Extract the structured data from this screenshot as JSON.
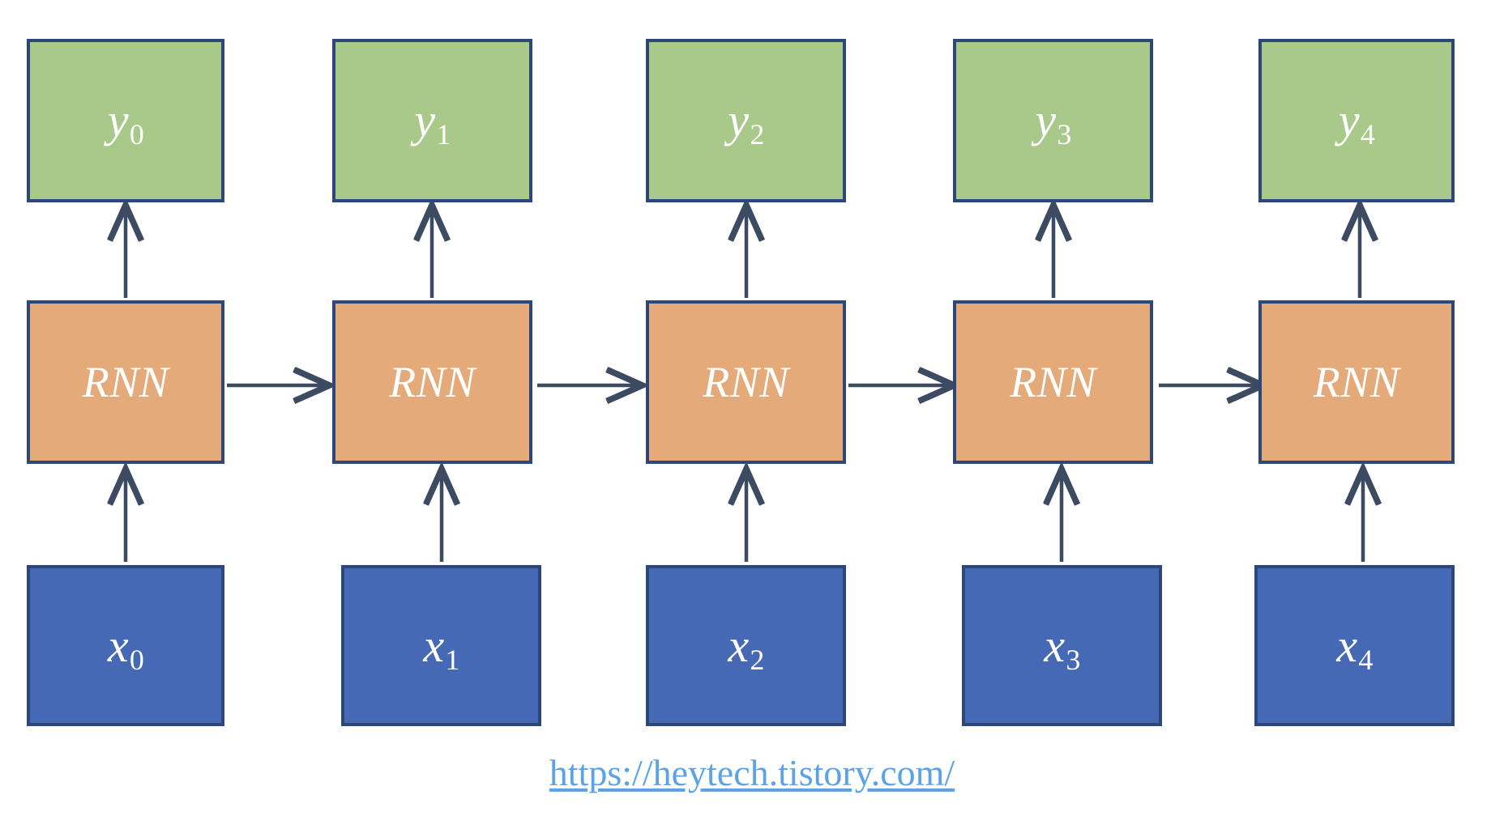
{
  "diagram": {
    "title": "RNN unrolled sequence diagram",
    "type": "recurrent-neural-network-unrolled",
    "timesteps": 5,
    "colors": {
      "output_fill": "#a8c98a",
      "cell_fill": "#e5aa79",
      "input_fill": "#4569b4",
      "border": "#2e477a",
      "arrow": "#3c4a62",
      "link": "#5ba3e8",
      "text": "#ffffff",
      "background": "#ffffff"
    },
    "rows": {
      "outputs": {
        "row_name": "outputs",
        "nodes": [
          {
            "base": "y",
            "sub": "0",
            "full": "y0"
          },
          {
            "base": "y",
            "sub": "1",
            "full": "y1"
          },
          {
            "base": "y",
            "sub": "2",
            "full": "y2"
          },
          {
            "base": "y",
            "sub": "3",
            "full": "y3"
          },
          {
            "base": "y",
            "sub": "4",
            "full": "y4"
          }
        ]
      },
      "cells": {
        "row_name": "rnn-cells",
        "nodes": [
          {
            "base": "RNN",
            "sub": "",
            "full": "RNN"
          },
          {
            "base": "RNN",
            "sub": "",
            "full": "RNN"
          },
          {
            "base": "RNN",
            "sub": "",
            "full": "RNN"
          },
          {
            "base": "RNN",
            "sub": "",
            "full": "RNN"
          },
          {
            "base": "RNN",
            "sub": "",
            "full": "RNN"
          }
        ]
      },
      "inputs": {
        "row_name": "inputs",
        "nodes": [
          {
            "base": "x",
            "sub": "0",
            "full": "x0"
          },
          {
            "base": "x",
            "sub": "1",
            "full": "x1"
          },
          {
            "base": "x",
            "sub": "2",
            "full": "x2"
          },
          {
            "base": "x",
            "sub": "3",
            "full": "x3"
          },
          {
            "base": "x",
            "sub": "4",
            "full": "x4"
          }
        ]
      }
    },
    "edges": {
      "input_to_cell_count": 5,
      "cell_to_output_count": 5,
      "cell_to_cell_count": 4,
      "direction_vertical": "upward",
      "direction_horizontal": "left-to-right"
    }
  },
  "footer": {
    "link_text": "https://heytech.tistory.com/"
  }
}
